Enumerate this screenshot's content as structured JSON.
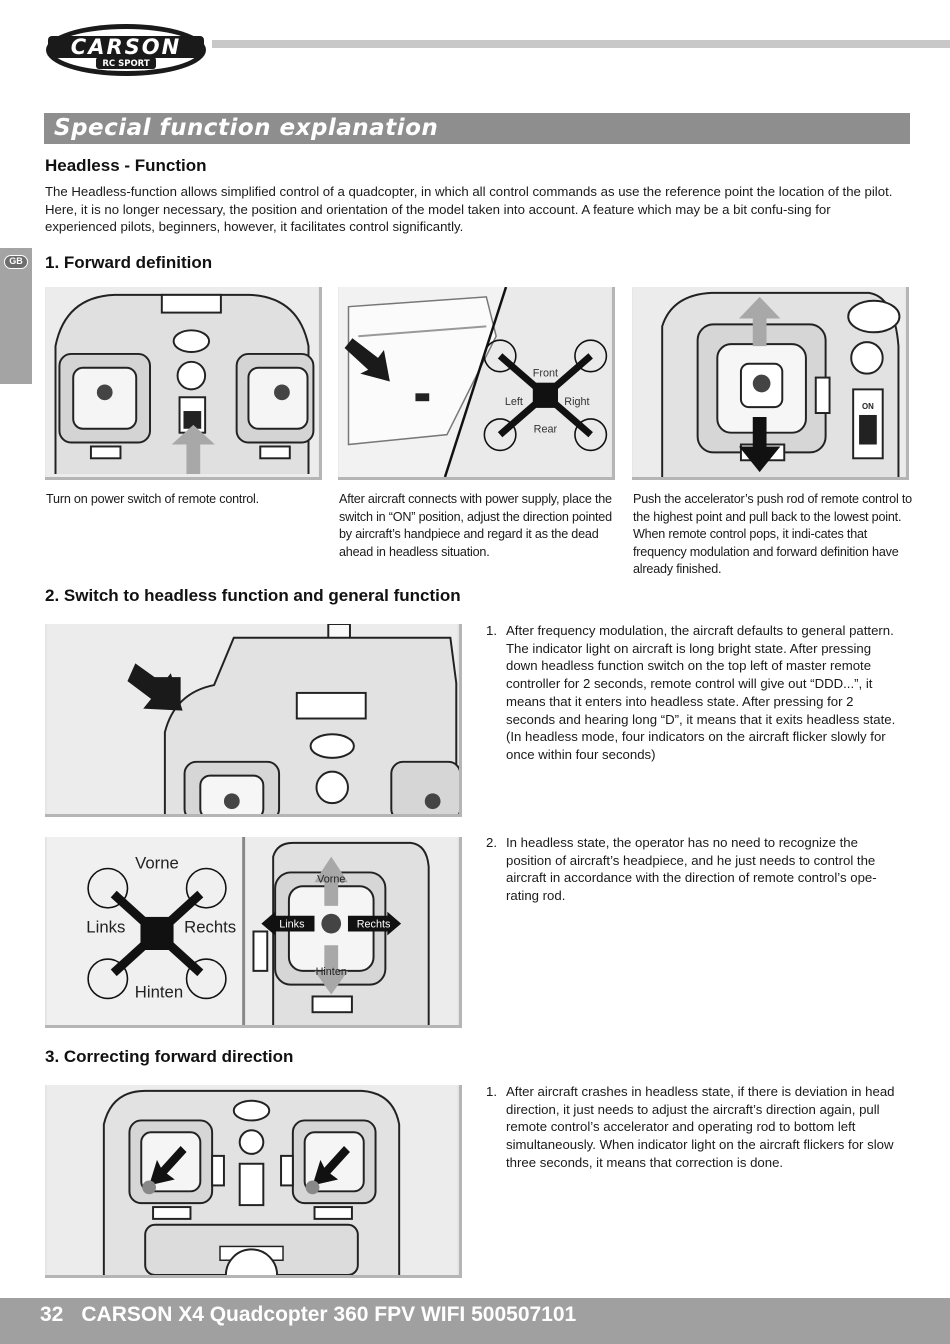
{
  "brand": {
    "name": "CARSON",
    "sub": "RC SPORT"
  },
  "section_title": "Special function explanation",
  "side_tab": "GB",
  "headless": {
    "heading": "Headless - Function",
    "intro": "The Headless-function allows simplified control of a quadcopter, in which all control commands as use the reference point the location of the pilot. Here, it is no longer necessary, the position and orientation of the model taken into account. A feature which may be a bit confu-sing for experienced pilots, beginners, however, it facilitates control significantly."
  },
  "forward": {
    "heading": "1. Forward definition",
    "captions": [
      "Turn on power switch of remote control.",
      "After aircraft connects with power supply, place the switch in “ON” position, adjust the direction pointed by aircraft’s handpiece and regard it as the dead ahead in headless situation.",
      "Push the accelerator’s push rod of remote control to the highest point and pull back to the lowest point. When remote control pops, it indi-cates that frequency modulation and forward definition have already finished."
    ],
    "drone_labels": {
      "front": "Front",
      "left": "Left",
      "right": "Right",
      "rear": "Rear"
    },
    "switch_label": "ON"
  },
  "switch": {
    "heading": "2. Switch to headless function and general function",
    "items": [
      {
        "n": "1.",
        "text": "After frequency modulation, the aircraft defaults to general pattern. The indicator light on aircraft is long bright state. After pressing down headless function switch on the top left of master remote controller for 2 seconds, remote control will give out “DDD...”, it means that it enters into headless state. After pressing for 2 seconds and hearing long “D”, it means that it exits headless state.(In headless mode, four indicators on the aircraft flicker slowly for once within four seconds)"
      },
      {
        "n": "2.",
        "text": "In headless state, the operator has no need to recognize the position of aircraft’s headpiece, and he just needs to control the aircraft in accordance with the direction of remote control’s ope-rating rod."
      }
    ],
    "labels": {
      "vorne": "Vorne",
      "links": "Links",
      "rechts": "Rechts",
      "hinten": "Hinten"
    }
  },
  "correct": {
    "heading": "3. Correcting forward direction",
    "items": [
      {
        "n": "1.",
        "text": "After aircraft crashes in headless state, if there is deviation in head direction, it just needs to adjust the aircraft’s direction again, pull remote control’s accelerator and operating rod to bottom left simultaneously. When indicator light on the aircraft flickers for slow three seconds, it means that correction is done."
      }
    ]
  },
  "footer": {
    "page": "32",
    "title": "CARSON X4 Quadcopter 360 FPV WIFI 500507101"
  }
}
